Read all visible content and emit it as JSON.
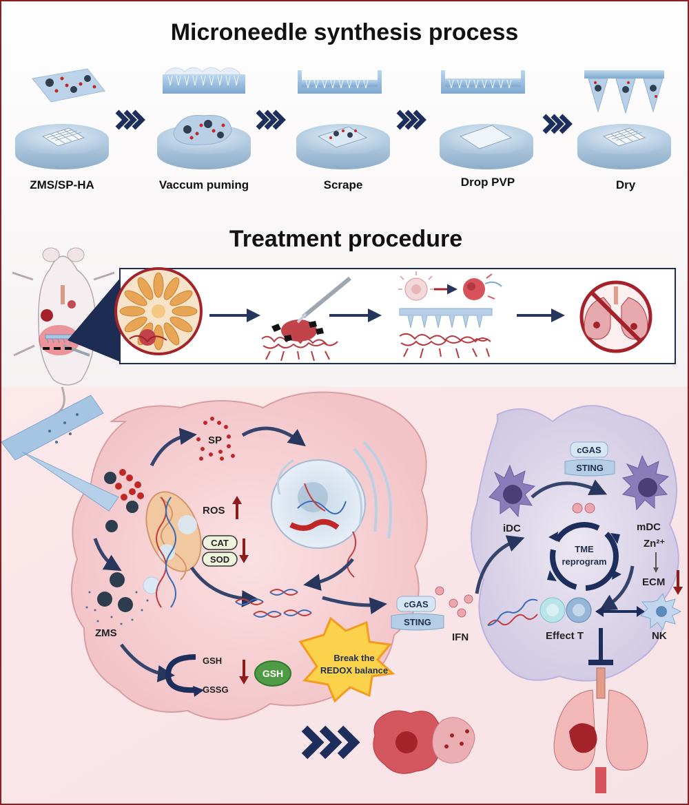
{
  "synthesis": {
    "title": "Microneedle synthesis process",
    "steps": [
      "ZMS/SP-HA",
      "Vaccum puming",
      "Scrape",
      "Drop PVP",
      "Dry"
    ]
  },
  "treatment": {
    "title": "Treatment procedure"
  },
  "mechanism": {
    "sp": "SP",
    "ros": "ROS",
    "cat": "CAT",
    "sod": "SOD",
    "zms": "ZMS",
    "gsh": "GSH",
    "gssg": "GSSG",
    "gsh_bubble": "GSH",
    "burst_line1": "Break the",
    "burst_line2": "REDOX balance",
    "cgas": "cGAS",
    "sting": "STING",
    "ifn": "IFN"
  },
  "immune": {
    "cgas": "cGAS",
    "sting": "STING",
    "idc": "iDC",
    "mdc": "mDC",
    "zn": "Zn²⁺",
    "ecm": "ECM",
    "tme_line1": "TME",
    "tme_line2": "reprogram",
    "effect_t": "Effect T",
    "nk": "NK"
  },
  "colors": {
    "navy": "#1e2e5c",
    "red_arrow": "#8e1c1c",
    "border": "#8a1f24",
    "tumor": "#b5333a"
  }
}
